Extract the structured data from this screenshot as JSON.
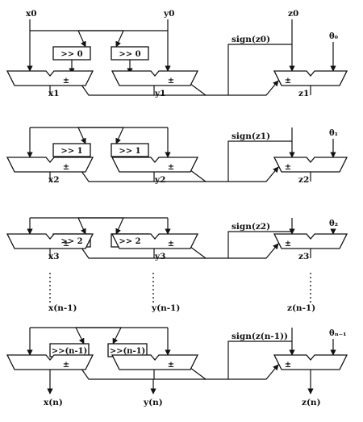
{
  "inputs": {
    "x": "x0",
    "y": "y0",
    "z": "z0"
  },
  "outputs": {
    "x": "x(n)",
    "y": "y(n)",
    "z": "z(n)"
  },
  "stages": [
    {
      "shift": ">> 0",
      "sign": "sign(z0)",
      "theta": "θ₀",
      "x_out": "x1",
      "y_out": "y1",
      "z_out": "z1",
      "adder_sign": "±"
    },
    {
      "shift": ">> 1",
      "sign": "sign(z1)",
      "theta": "θ₁",
      "x_out": "x2",
      "y_out": "y2",
      "z_out": "z2",
      "adder_sign": "±"
    },
    {
      "shift": ">> 2",
      "sign": "sign(z2)",
      "theta": "θ₂",
      "x_out": "x3",
      "y_out": "y3",
      "z_out": "z3",
      "adder_sign": "±"
    },
    {
      "shift": ">>(n-1)",
      "sign": "sign(z(n-1))",
      "theta": "θₙ₋₁",
      "x_in": "x(n-1)",
      "y_in": "y(n-1)",
      "z_in": "z(n-1)",
      "adder_sign": "±"
    }
  ]
}
